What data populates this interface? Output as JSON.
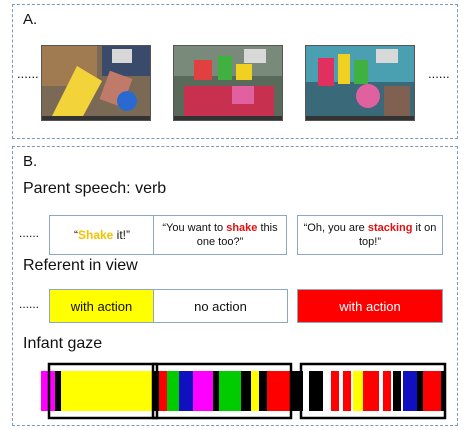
{
  "panel_a": {
    "label": "A.",
    "ellipsis_left": "......",
    "ellipsis_right": "......",
    "frames": [
      "frame-1",
      "frame-2",
      "frame-3"
    ]
  },
  "panel_b": {
    "label": "B.",
    "speech_title": "Parent speech: verb",
    "speech_ellipsis": "......",
    "speech": [
      {
        "pre": "“",
        "verb": "Shake",
        "post": " it!”",
        "verb_color": "yellow"
      },
      {
        "pre": "“You want to ",
        "verb": "shake",
        "post": " this one too?”",
        "verb_color": "red"
      },
      {
        "pre": "“Oh, you are ",
        "verb": "stacking",
        "post": " it on top!”",
        "verb_color": "red"
      }
    ],
    "referent_title": "Referent in view",
    "referent_ellipsis": "......",
    "referents": [
      "with action",
      "no action",
      "with action"
    ],
    "gaze_title": "Infant gaze"
  },
  "colors": {
    "yellow": "#ffff00",
    "red": "#ff0000",
    "magenta": "#ff00ff",
    "green": "#00cc00",
    "blue": "#1010c0",
    "border": "#8fa7c2"
  },
  "gaze_segments": [
    {
      "color": "magenta",
      "name": "gaze-segment-magenta"
    },
    {
      "color": "black",
      "name": "gaze-segment-black"
    },
    {
      "color": "yellow",
      "name": "gaze-segment-yellow"
    },
    {
      "color": "red",
      "name": "gaze-segment-red"
    },
    {
      "color": "green",
      "name": "gaze-segment-green"
    },
    {
      "color": "blue",
      "name": "gaze-segment-blue"
    },
    {
      "color": "magenta",
      "name": "gaze-segment-magenta"
    },
    {
      "color": "green",
      "name": "gaze-segment-green"
    },
    {
      "color": "yellow",
      "name": "gaze-segment-yellow"
    },
    {
      "color": "red",
      "name": "gaze-segment-red"
    },
    {
      "color": "black",
      "name": "gaze-segment-black"
    },
    {
      "color": "red",
      "name": "gaze-segment-red"
    },
    {
      "color": "yellow",
      "name": "gaze-segment-yellow"
    },
    {
      "color": "red",
      "name": "gaze-segment-red"
    },
    {
      "color": "blue",
      "name": "gaze-segment-blue"
    },
    {
      "color": "red",
      "name": "gaze-segment-red"
    }
  ]
}
